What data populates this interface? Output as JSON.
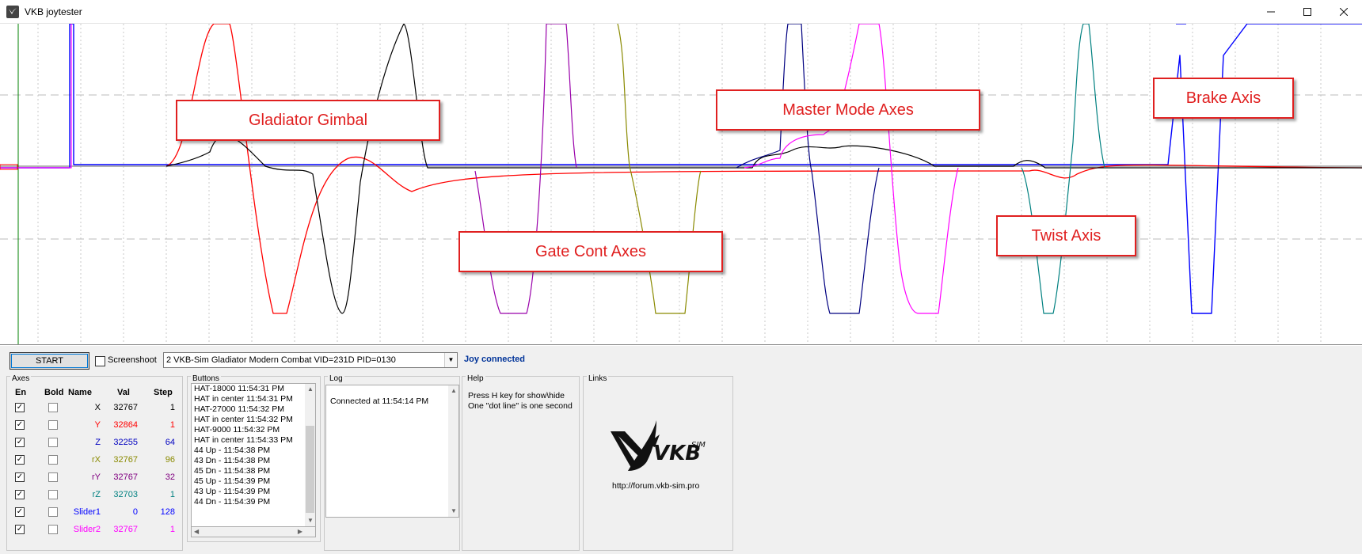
{
  "window": {
    "title": "VKB joytester",
    "minimize_icon": "minimize-icon",
    "maximize_icon": "maximize-icon",
    "close_icon": "close-icon"
  },
  "annotations": {
    "gladiator_gimbal": "Gladiator Gimbal",
    "master_mode_axes": "Master Mode Axes",
    "brake_axis": "Brake Axis",
    "gate_cont_axes": "Gate Cont Axes",
    "twist_axis": "Twist Axis"
  },
  "toolbar": {
    "start_label": "START",
    "screenshot_label": "Screenshoot",
    "device": "2  VKB-Sim Gladiator Modern Combat  VID=231D PID=0130",
    "status": "Joy connected"
  },
  "axes": {
    "title": "Axes",
    "headers": {
      "en": "En",
      "bold": "Bold",
      "name": "Name",
      "val": "Val",
      "step": "Step"
    },
    "rows": [
      {
        "name": "X",
        "val": "32767",
        "step": "1",
        "color": "#000000",
        "enabled": true
      },
      {
        "name": "Y",
        "val": "32864",
        "step": "1",
        "color": "#ff0000",
        "enabled": true
      },
      {
        "name": "Z",
        "val": "32255",
        "step": "64",
        "color": "#0000c0",
        "enabled": true
      },
      {
        "name": "rX",
        "val": "32767",
        "step": "96",
        "color": "#8a8a00",
        "enabled": true
      },
      {
        "name": "rY",
        "val": "32767",
        "step": "32",
        "color": "#800080",
        "enabled": true
      },
      {
        "name": "rZ",
        "val": "32703",
        "step": "1",
        "color": "#008080",
        "enabled": true
      },
      {
        "name": "Slider1",
        "val": "0",
        "step": "128",
        "color": "#0000ff",
        "enabled": true
      },
      {
        "name": "Slider2",
        "val": "32767",
        "step": "1",
        "color": "#ff00ff",
        "enabled": true
      }
    ]
  },
  "buttons": {
    "title": "Buttons",
    "lines": [
      "HAT-18000 11:54:31 PM",
      "HAT in center 11:54:31 PM",
      "HAT-27000 11:54:32 PM",
      "HAT in center 11:54:32 PM",
      "HAT-9000 11:54:32 PM",
      "HAT in center 11:54:33 PM",
      "44 Up - 11:54:38 PM",
      "43 Dn - 11:54:38 PM",
      "45 Dn - 11:54:38 PM",
      "45 Up - 11:54:39 PM",
      "43 Up - 11:54:39 PM",
      "44 Dn - 11:54:39 PM"
    ]
  },
  "log": {
    "title": "Log",
    "text": "Connected at 11:54:14 PM"
  },
  "help": {
    "title": "Help",
    "line1": "Press H key for show\\hide",
    "line2": "One \"dot line\" is one second"
  },
  "links": {
    "title": "Links",
    "logo_text": "VKB",
    "logo_sup": "SIM",
    "url": "http://forum.vkb-sim.pro"
  }
}
